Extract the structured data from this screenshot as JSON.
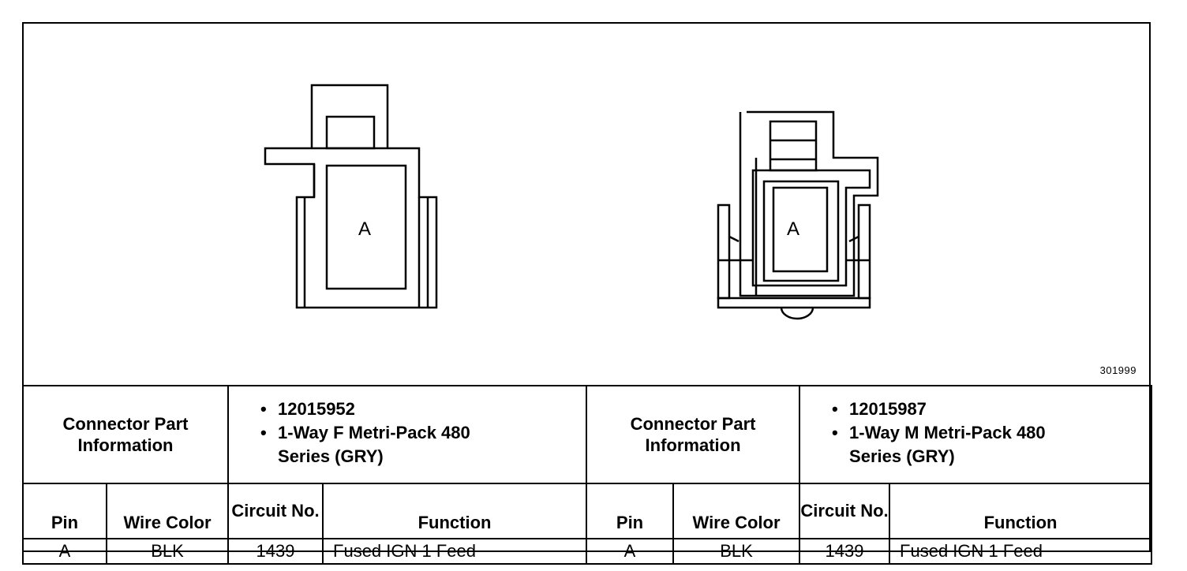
{
  "figure": {
    "number": "301999",
    "left_connector": {
      "cavity_label": "A"
    },
    "right_connector": {
      "cavity_label": "A"
    }
  },
  "connectors": [
    {
      "info_heading": "Connector Part Information",
      "part_number": "12015952",
      "description": "1-Way F Metri-Pack 480 Series (GRY)",
      "columns": [
        "Pin",
        "Wire Color",
        "Circuit No.",
        "Function"
      ],
      "rows": [
        {
          "pin": "A",
          "wire_color": "BLK",
          "circuit": "1439",
          "function": "Fused IGN 1 Feed"
        }
      ]
    },
    {
      "info_heading": "Connector Part Information",
      "part_number": "12015987",
      "description": "1-Way M Metri-Pack 480 Series (GRY)",
      "columns": [
        "Pin",
        "Wire Color",
        "Circuit No.",
        "Function"
      ],
      "rows": [
        {
          "pin": "A",
          "wire_color": "BLK",
          "circuit": "1439",
          "function": "Fused IGN 1 Feed"
        }
      ]
    }
  ]
}
